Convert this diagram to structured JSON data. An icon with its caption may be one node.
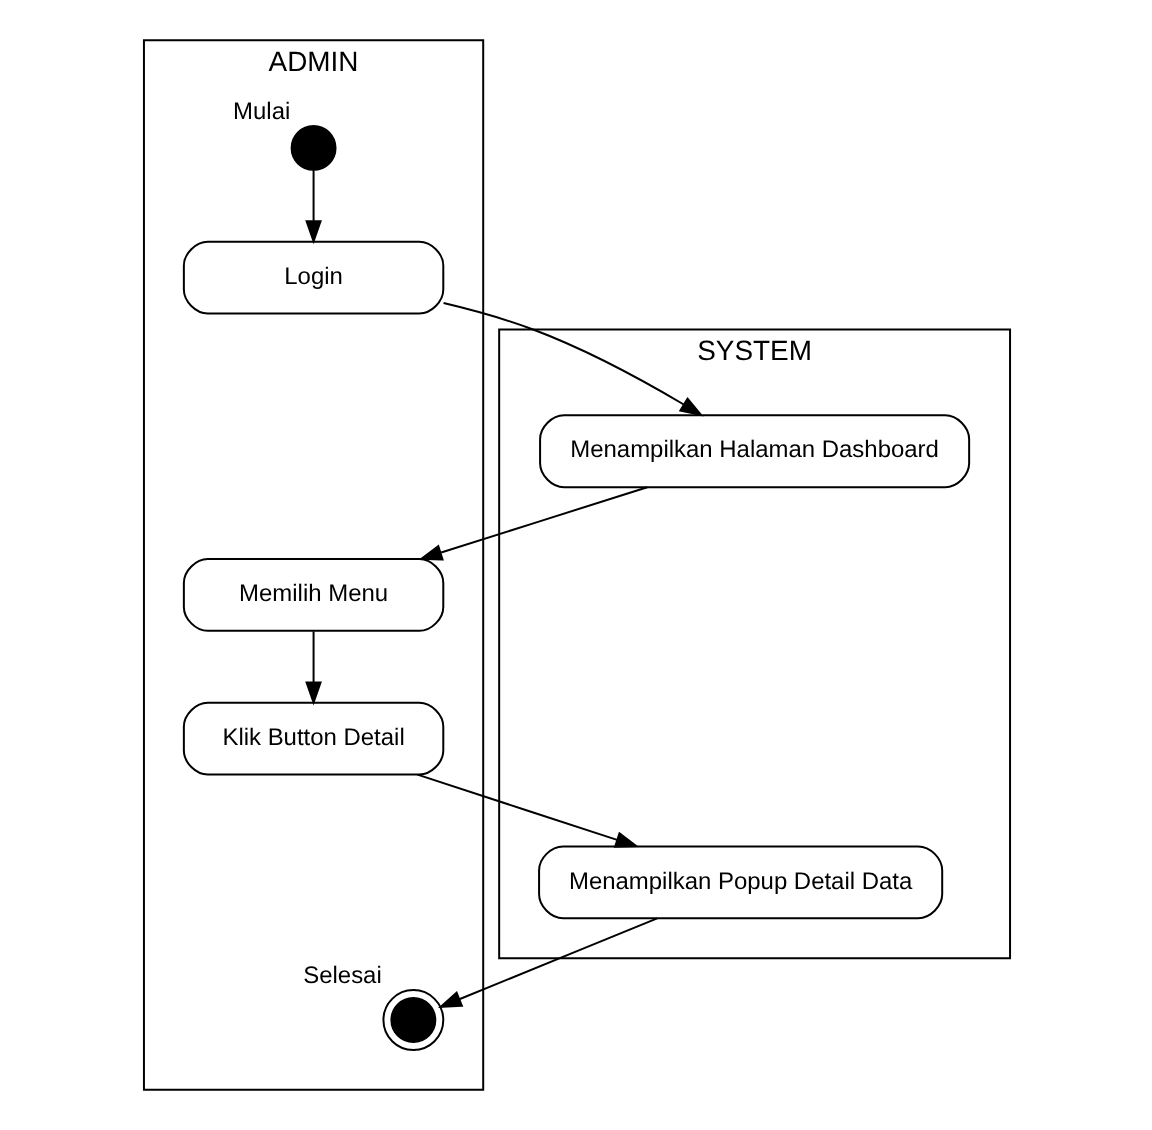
{
  "diagram": {
    "nodes": [
      {
        "text": [
          "ADMIN"
        ]
      },
      {
        "text": [
          "SYSTEM"
        ]
      },
      {
        "text": [],
        "shape": "circle",
        "in": 0,
        "beside": [
          "Mulai"
        ]
      },
      {
        "text": [
          "Login"
        ],
        "in": 0
      },
      {
        "text": [
          "Menampilkan Halaman Dashboard"
        ],
        "in": 1
      },
      {
        "text": [
          "Memilih Menu"
        ],
        "in": 0
      },
      {
        "text": [
          "Klik Button Detail"
        ],
        "in": 0
      },
      {
        "text": [
          "Menampilkan Popup Detail Data"
        ],
        "in": 1
      },
      {
        "text": [],
        "shape": "bullseye",
        "in": 0,
        "beside": [
          "Selesai"
        ]
      }
    ],
    "edges": [
      {
        "from": 2,
        "to": 3,
        "arrow": "to"
      },
      {
        "from": 3,
        "to": 4,
        "arrow": "to"
      },
      {
        "from": 4,
        "to": 5,
        "arrow": "to"
      },
      {
        "from": 5,
        "to": 6,
        "arrow": "to"
      },
      {
        "from": 6,
        "to": 7,
        "arrow": "to"
      },
      {
        "from": 7,
        "to": 8,
        "arrow": "to"
      }
    ]
  }
}
